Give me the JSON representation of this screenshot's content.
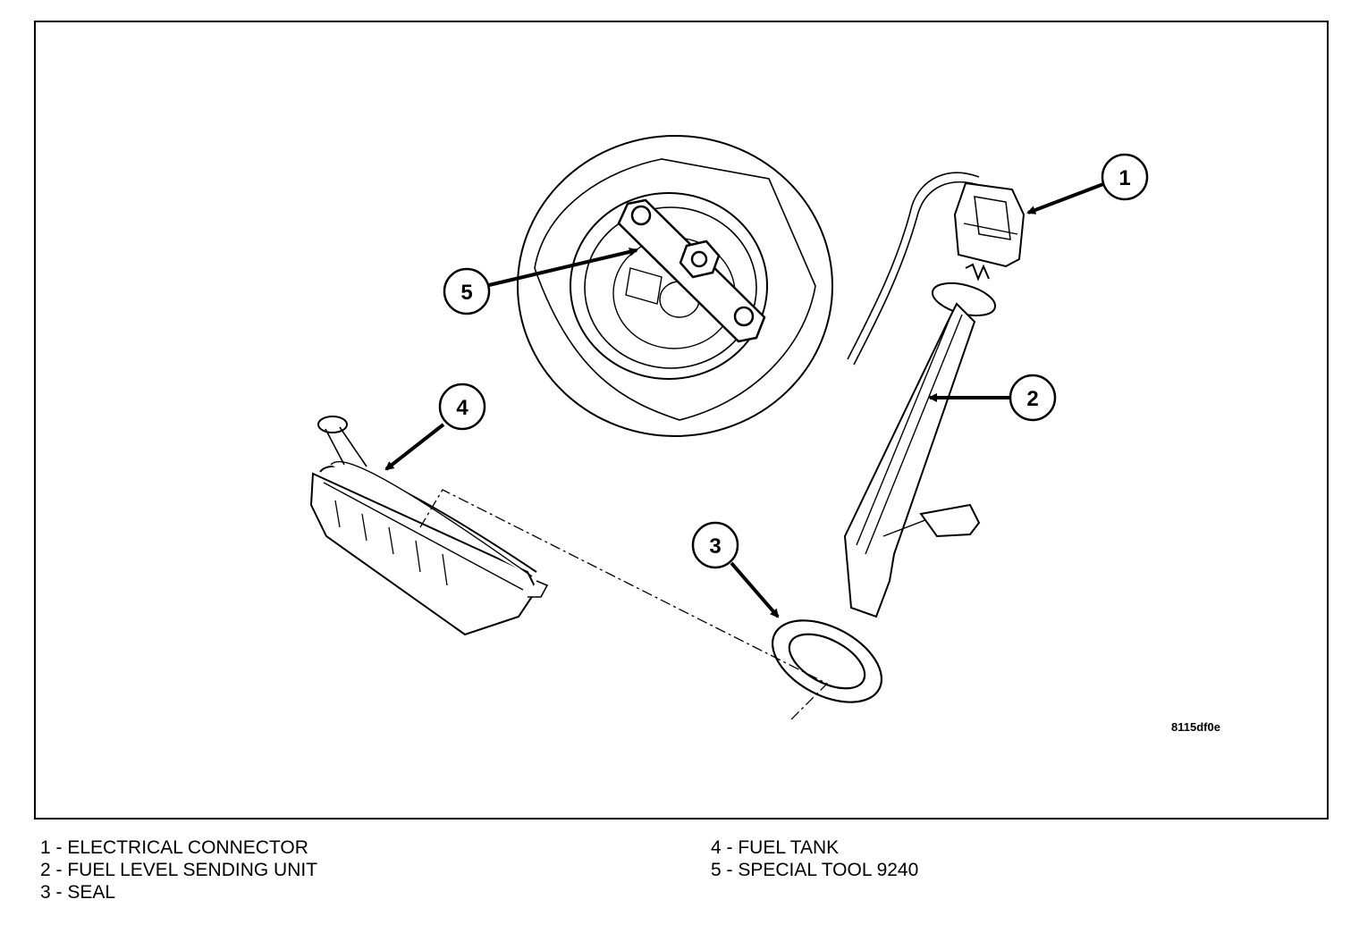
{
  "diagram": {
    "figure_id": "8115df0e",
    "callouts": [
      {
        "id": "1",
        "label": "1"
      },
      {
        "id": "2",
        "label": "2"
      },
      {
        "id": "3",
        "label": "3"
      },
      {
        "id": "4",
        "label": "4"
      },
      {
        "id": "5",
        "label": "5"
      }
    ],
    "legend": [
      {
        "num": "1",
        "text": "1 - ELECTRICAL CONNECTOR"
      },
      {
        "num": "2",
        "text": "2 - FUEL LEVEL SENDING UNIT"
      },
      {
        "num": "3",
        "text": "3 - SEAL"
      },
      {
        "num": "4",
        "text": "4 - FUEL TANK"
      },
      {
        "num": "5",
        "text": "5 - SPECIAL TOOL 9240"
      }
    ]
  }
}
